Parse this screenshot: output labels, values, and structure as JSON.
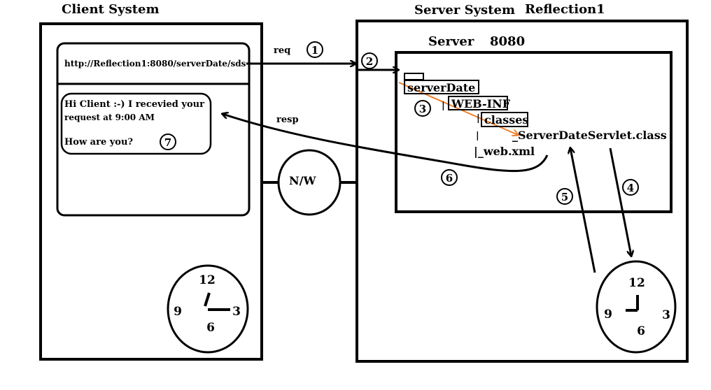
{
  "titles": {
    "client_system": "Client System",
    "server_system": "Server System",
    "reflection": "Reflection1",
    "server": "Server",
    "port": "8080"
  },
  "browser": {
    "url": "http://Reflection1:8080/serverDate/sds",
    "message_line1": "Hi Client :-) I recevied your",
    "message_line2": "request at   9:00 AM",
    "message_line3": "How are you?"
  },
  "network": {
    "label": "N/W"
  },
  "arrows": {
    "req": "req",
    "resp": "resp"
  },
  "tree": {
    "root": "serverDate",
    "webinf": "WEB-INF",
    "classes": "classes",
    "servlet": "_ServerDateServlet.class",
    "webxml": "|_web.xml",
    "pipe1": "|",
    "pipe2": "|",
    "pipe3": "|"
  },
  "steps": [
    "1",
    "2",
    "3",
    "4",
    "5",
    "6",
    "7"
  ],
  "clock": {
    "twelve": "12",
    "three": "3",
    "six": "6",
    "nine": "9"
  },
  "colors": {
    "highlight_arrow": "#f07f2a",
    "ink": "#000000"
  }
}
